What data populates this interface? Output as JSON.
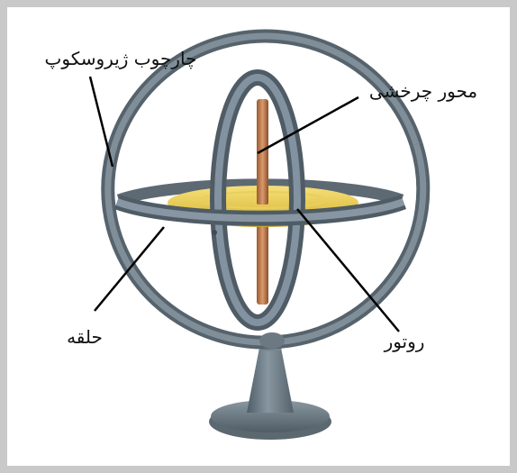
{
  "labels": {
    "gyroscope_frame": "چارچوب ژیروسکوپ",
    "spin_axis": "محور چرخشی",
    "rotor": "روتور",
    "gimbal": "حلقه"
  }
}
